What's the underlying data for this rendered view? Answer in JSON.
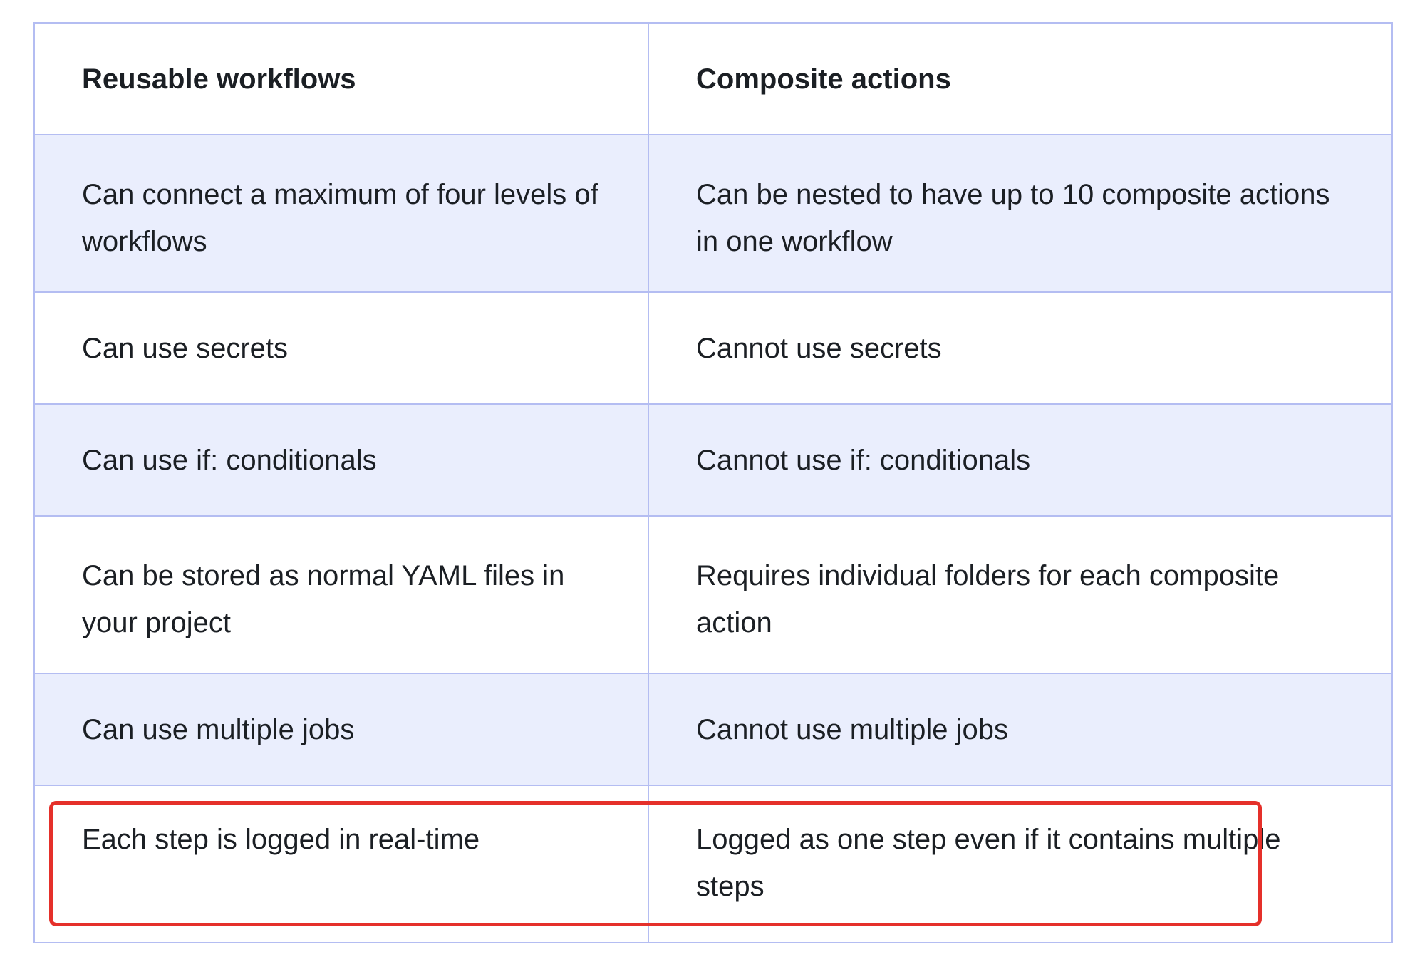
{
  "table": {
    "headers": [
      "Reusable workflows",
      "Composite actions"
    ],
    "rows": [
      [
        "Can connect a maximum of four levels of workflows",
        "Can be nested to have up to 10 composite actions in one workflow"
      ],
      [
        "Can use secrets",
        "Cannot use secrets"
      ],
      [
        "Can use if: conditionals",
        "Cannot use if: conditionals"
      ],
      [
        "Can be stored as normal YAML files in your project",
        "Requires individual folders for each composite action"
      ],
      [
        "Can use multiple jobs",
        "Cannot use multiple jobs"
      ],
      [
        "Each step is logged in real-time",
        "Logged as one step even if it contains multiple steps"
      ]
    ]
  },
  "colors": {
    "border": "#b4bdf2",
    "shaded_row": "#eaeefd",
    "highlight": "#e5302a",
    "text": "#1b1f24"
  }
}
